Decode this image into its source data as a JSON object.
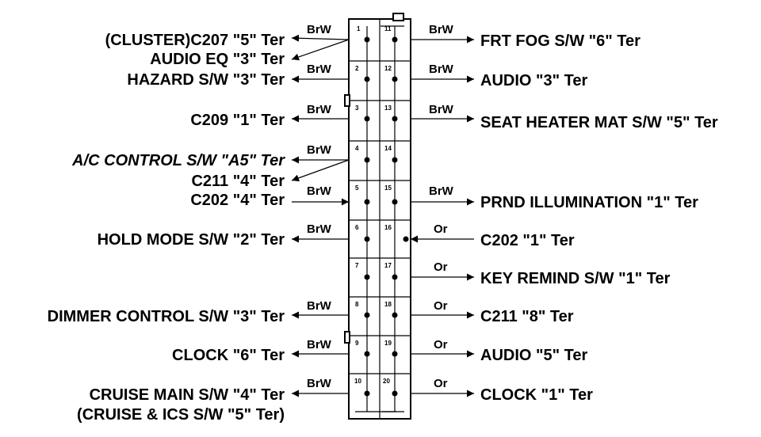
{
  "connector": {
    "left_pins": [
      "1",
      "2",
      "3",
      "4",
      "5",
      "6",
      "7",
      "8",
      "9",
      "10"
    ],
    "right_pins": [
      "11",
      "12",
      "13",
      "14",
      "15",
      "16",
      "17",
      "18",
      "19",
      "20"
    ]
  },
  "left_labels": [
    {
      "text": "(CLUSTER)C207 \"5\" Ter",
      "italic": false
    },
    {
      "text": "AUDIO EQ \"3\" Ter",
      "italic": false
    },
    {
      "text": "HAZARD S/W \"3\" Ter",
      "italic": false
    },
    {
      "text": "C209 \"1\" Ter",
      "italic": false
    },
    {
      "text": "A/C CONTROL S/W \"A5\" Ter",
      "italic": true
    },
    {
      "text": "C211 \"4\" Ter",
      "italic": false
    },
    {
      "text": "C202 \"4\" Ter",
      "italic": false
    },
    {
      "text": "HOLD MODE S/W \"2\" Ter",
      "italic": false
    },
    {
      "text": "DIMMER CONTROL S/W \"3\" Ter",
      "italic": false
    },
    {
      "text": "CLOCK \"6\" Ter",
      "italic": false
    },
    {
      "text": "CRUISE MAIN S/W \"4\" Ter",
      "italic": false
    },
    {
      "text": "(CRUISE & ICS S/W \"5\" Ter)",
      "italic": false
    }
  ],
  "left_wires": [
    "BrW",
    "BrW",
    "BrW",
    "BrW",
    "BrW",
    "BrW",
    "BrW",
    "BrW",
    "BrW"
  ],
  "right_labels": [
    {
      "text": "FRT FOG S/W \"6\" Ter"
    },
    {
      "text": "AUDIO \"3\" Ter"
    },
    {
      "text": "SEAT HEATER MAT S/W \"5\" Ter"
    },
    {
      "text": "PRND ILLUMINATION \"1\" Ter"
    },
    {
      "text": "C202 \"1\" Ter"
    },
    {
      "text": "KEY REMIND S/W \"1\" Ter"
    },
    {
      "text": "C211 \"8\" Ter"
    },
    {
      "text": "AUDIO \"5\" Ter"
    },
    {
      "text": "CLOCK \"1\" Ter"
    }
  ],
  "right_wires": [
    "BrW",
    "BrW",
    "BrW",
    "BrW",
    "Or",
    "Or",
    "Or",
    "Or",
    "Or"
  ]
}
